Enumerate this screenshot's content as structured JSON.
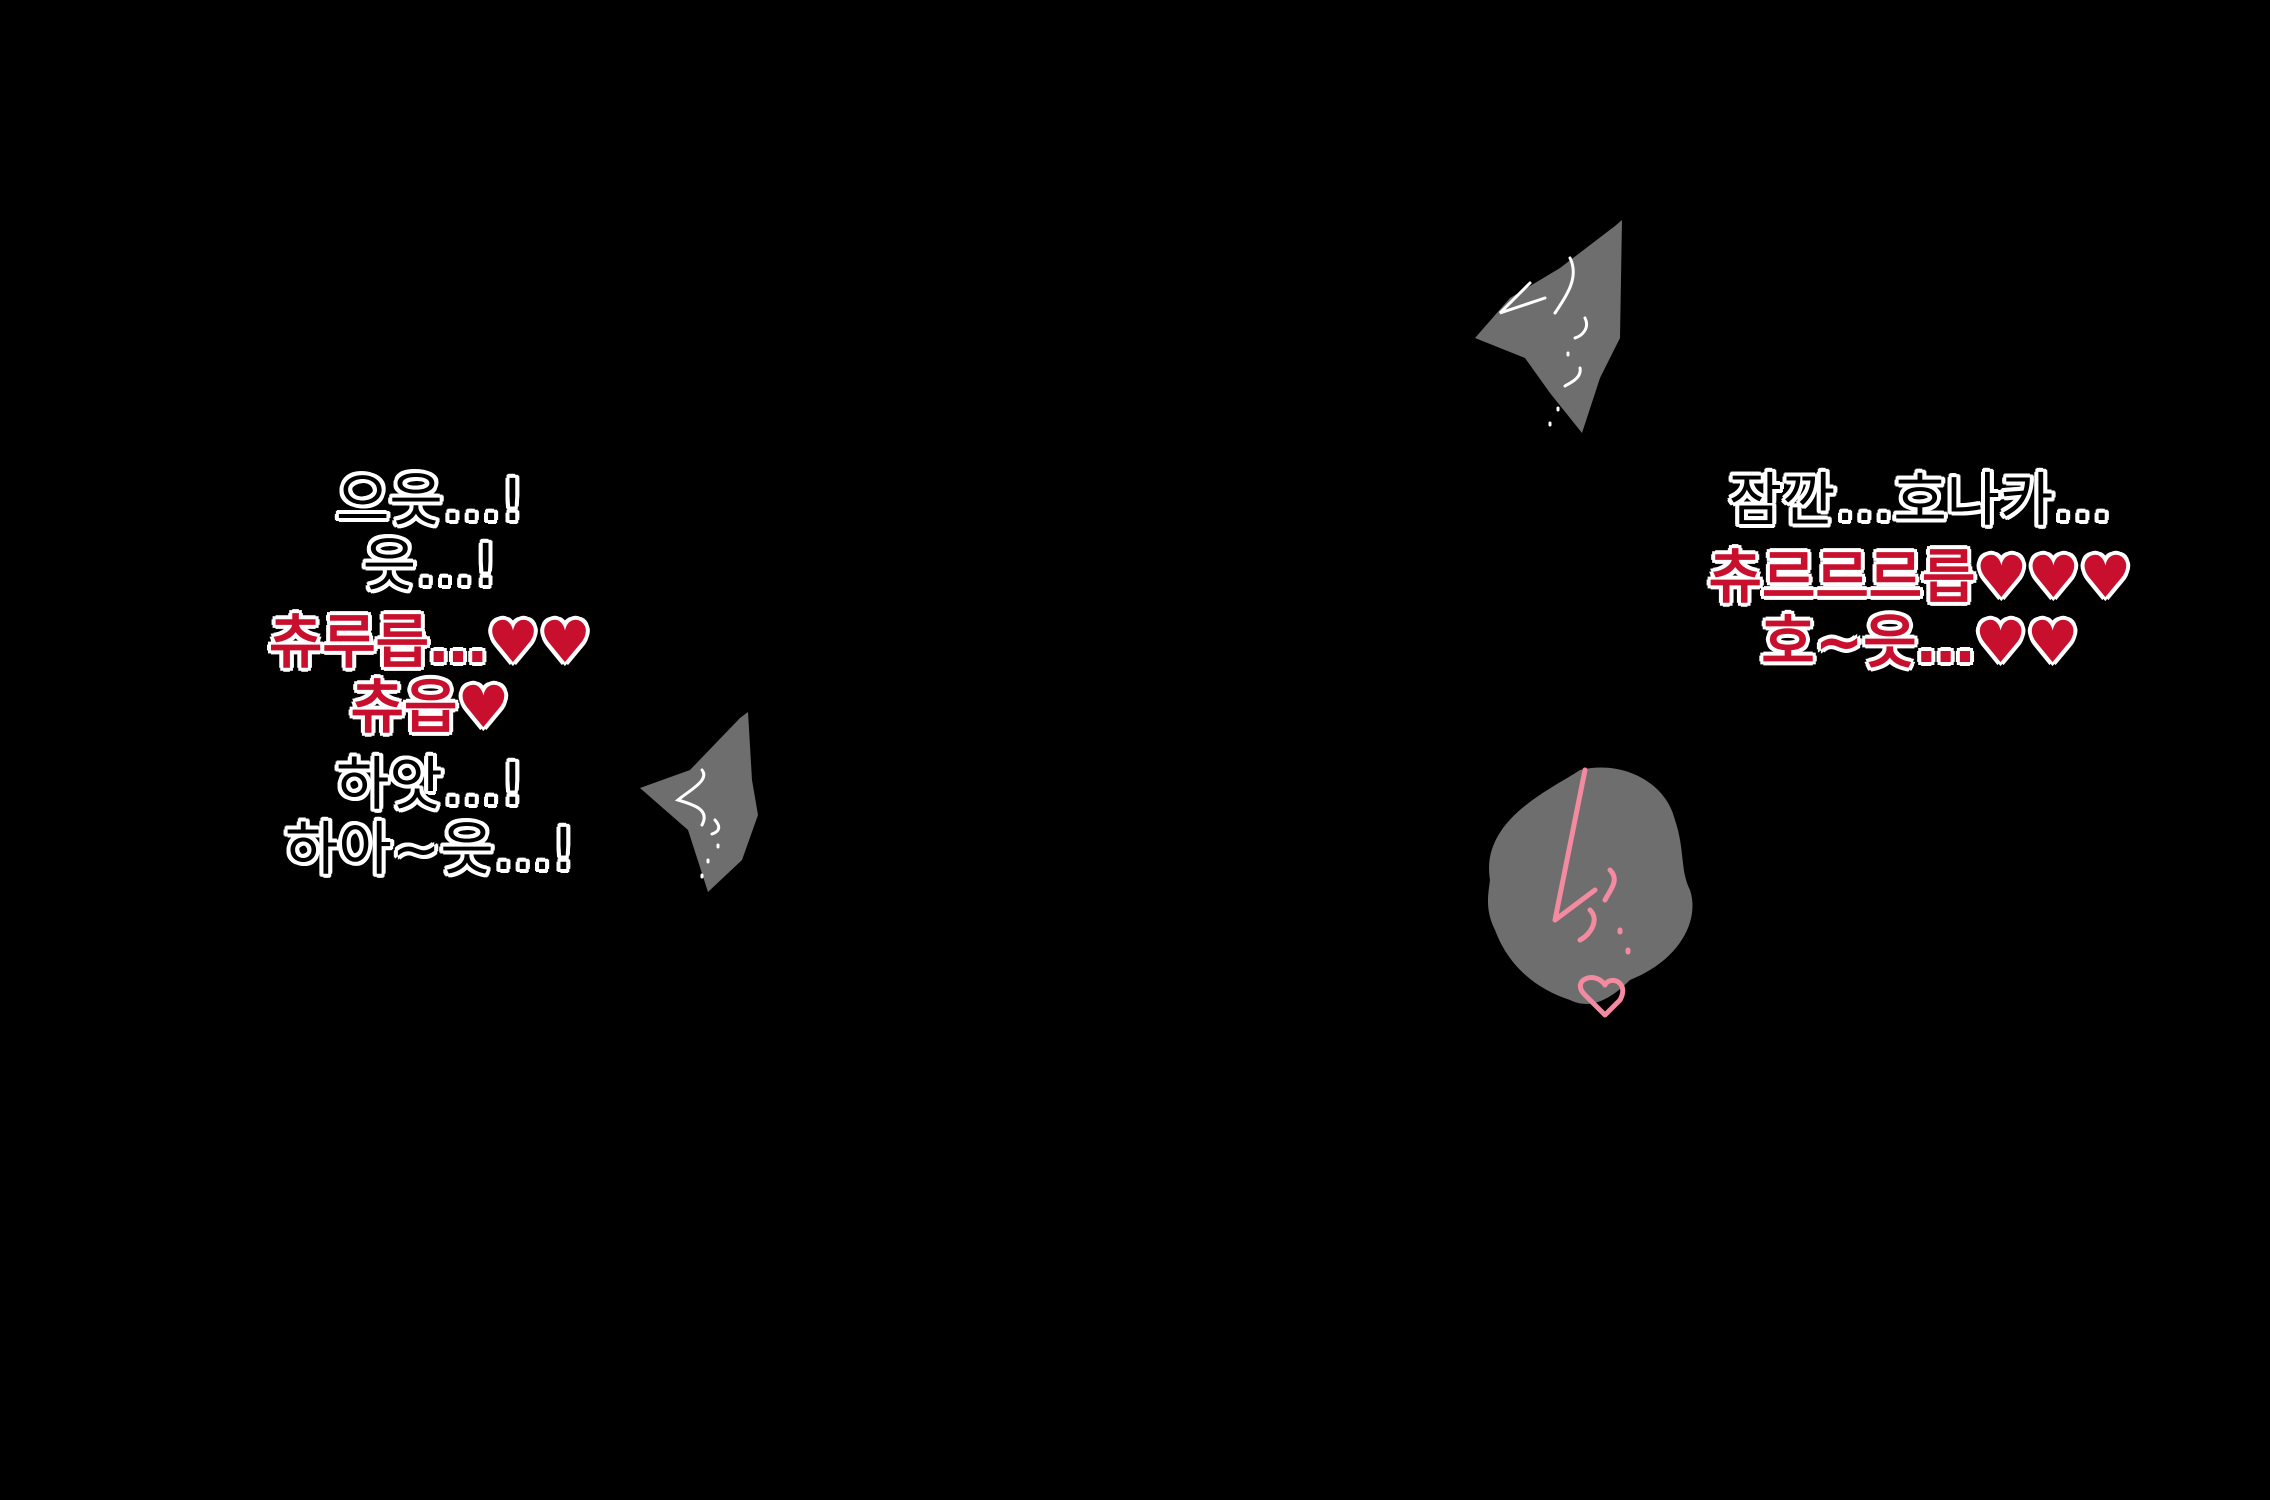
{
  "left_bubble": {
    "lines": [
      {
        "text": "으읏…!",
        "style": "white"
      },
      {
        "text": "읏…!",
        "style": "white"
      },
      {
        "text": "츄루릅…♥♥",
        "style": "red"
      },
      {
        "text": "츄읍♥",
        "style": "red"
      },
      {
        "text": "하앗…!",
        "style": "white"
      },
      {
        "text": "하아~읏…!",
        "style": "white"
      }
    ]
  },
  "right_bubble": {
    "lines": [
      {
        "text": "잠깐…호나카…",
        "style": "white"
      },
      {
        "text": "츄르르르릅♥♥♥",
        "style": "red"
      },
      {
        "text": "호~읏…♥♥",
        "style": "red"
      }
    ]
  },
  "colors": {
    "background": "#000000",
    "red_text": "#c8102e",
    "outline": "#ffffff",
    "sfx_fill": "#6e6e6e",
    "sfx_pink": "#f48aa0"
  }
}
